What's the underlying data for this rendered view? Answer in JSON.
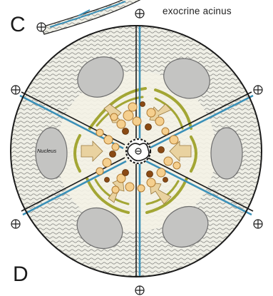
{
  "labels": {
    "panel_c": "C",
    "panel_d": "D",
    "caption": "exocrine acinus",
    "nucleus": "Nucleus"
  },
  "colors": {
    "cytoplasm": "#efefe6",
    "er_lines": "#8a8a86",
    "nucleus_fill": "#c4c4c2",
    "membrane_blue": "#3a90b8",
    "membrane_dark": "#1b1b1b",
    "golgi_green": "#a3a634",
    "granule_fill": "#f5cf8e",
    "granule_edge": "#b07a30",
    "brown_granule": "#8a4a14",
    "arrow_fill": "#e9d2a0"
  },
  "icons": {
    "junction_marker": "circled-plus-icon"
  }
}
